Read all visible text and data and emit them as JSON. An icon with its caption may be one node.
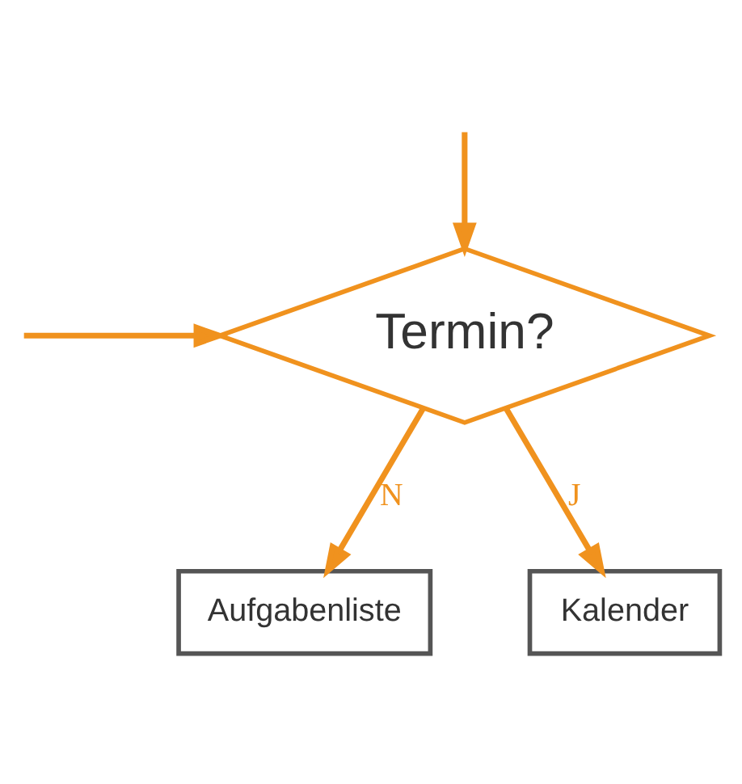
{
  "diagram": {
    "nodes": [
      {
        "text": [
          "Termin?"
        ]
      },
      {
        "text": [
          "Aufgabenliste"
        ]
      },
      {
        "text": [
          "Kalender"
        ]
      }
    ],
    "edges": [
      {
        "from": null,
        "to": 0,
        "arrow": "to"
      },
      {
        "from": null,
        "to": 0,
        "arrow": "to"
      },
      {
        "from": 0,
        "to": 1,
        "label": "N",
        "arrow": "to"
      },
      {
        "from": 0,
        "to": 2,
        "label": "J",
        "arrow": "to"
      }
    ]
  }
}
